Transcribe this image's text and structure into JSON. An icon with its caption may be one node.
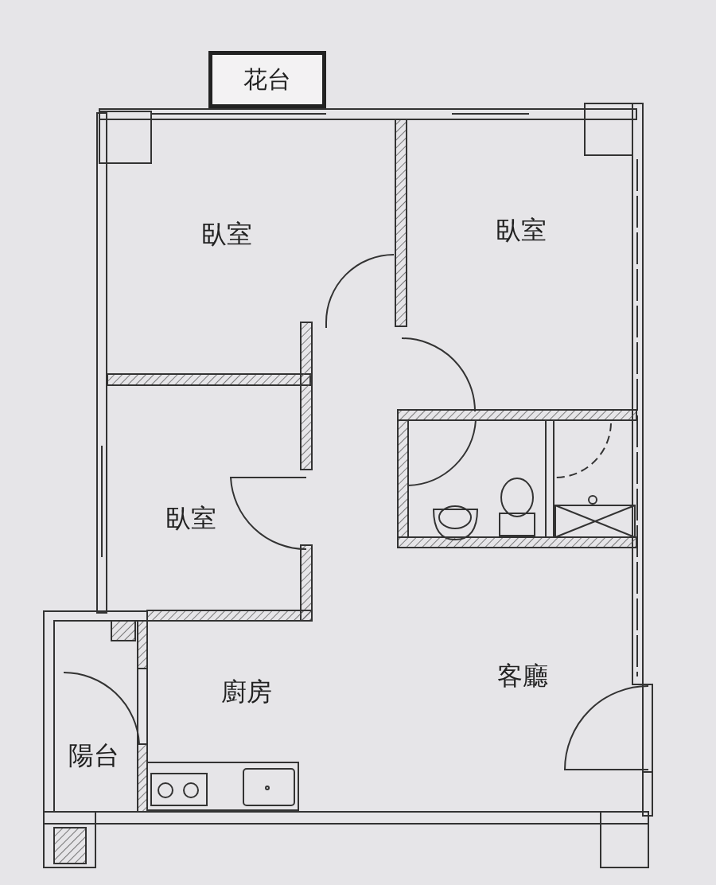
{
  "diagram": {
    "nodes": [
      {
        "text": [
          "花台"
        ]
      },
      {
        "text": [
          "臥室"
        ]
      },
      {
        "text": [
          "臥室"
        ]
      },
      {
        "text": [
          "臥室"
        ]
      },
      {
        "text": [
          "陽台"
        ]
      }
    ],
    "labels": [
      "廚房",
      "客廳"
    ]
  }
}
